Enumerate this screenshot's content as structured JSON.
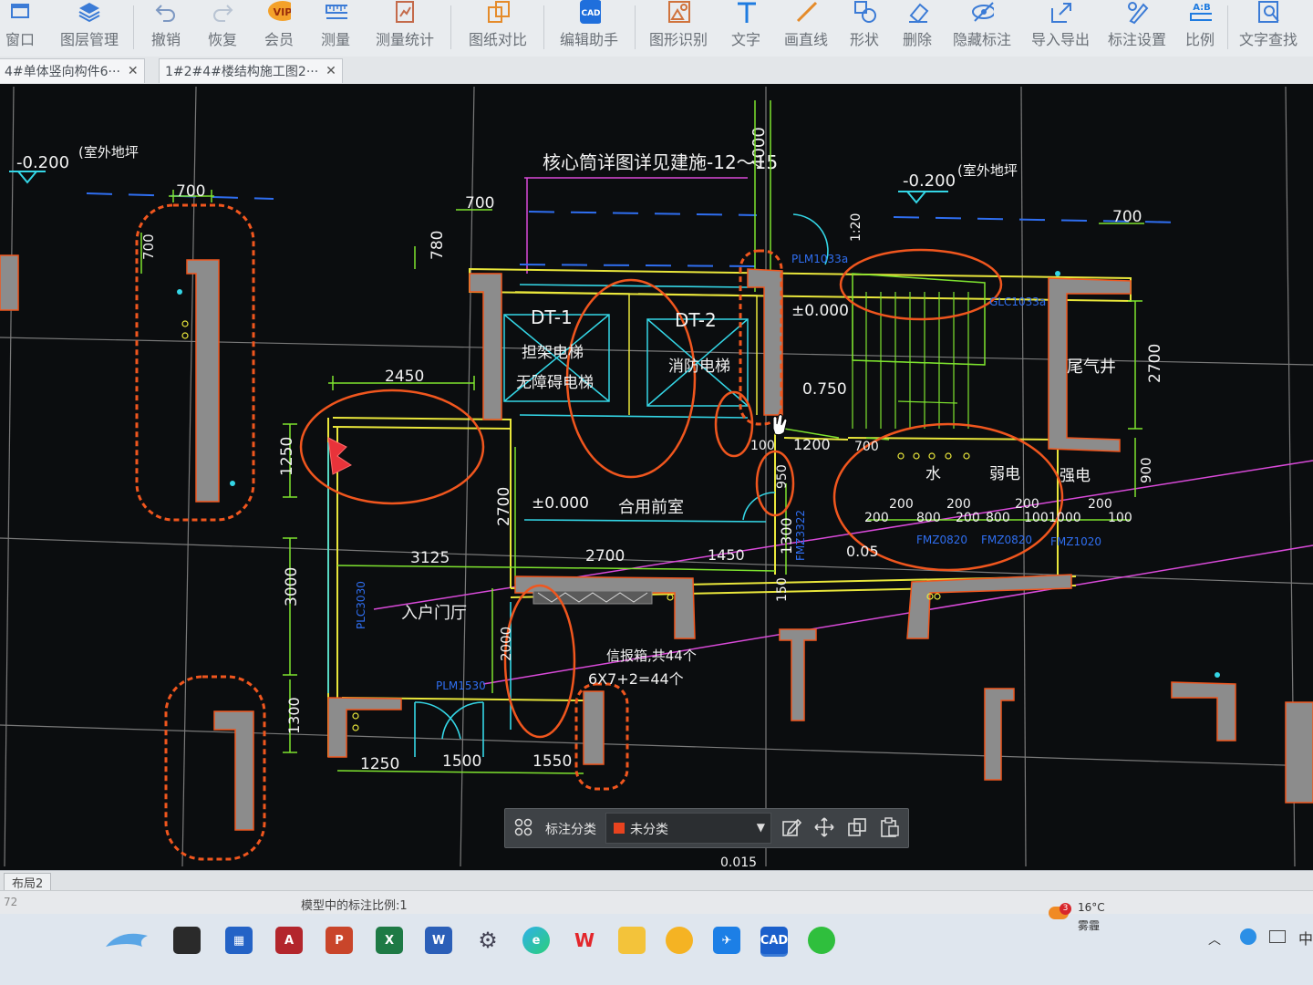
{
  "toolbar": {
    "items": [
      {
        "label": "窗口",
        "icon": "window-icon"
      },
      {
        "label": "图层管理",
        "icon": "layers-icon"
      },
      {
        "label": "撤销",
        "icon": "undo-icon"
      },
      {
        "label": "恢复",
        "icon": "redo-icon"
      },
      {
        "label": "会员",
        "icon": "vip-icon",
        "badge": "VIP"
      },
      {
        "label": "测量",
        "icon": "measure-icon"
      },
      {
        "label": "测量统计",
        "icon": "measure-stats-icon"
      },
      {
        "label": "图纸对比",
        "icon": "compare-icon"
      },
      {
        "label": "编辑助手",
        "icon": "edit-assistant-icon",
        "badge": "CAD"
      },
      {
        "label": "图形识别",
        "icon": "shape-recognize-icon"
      },
      {
        "label": "文字",
        "icon": "text-icon"
      },
      {
        "label": "画直线",
        "icon": "line-icon"
      },
      {
        "label": "形状",
        "icon": "shape-icon"
      },
      {
        "label": "删除",
        "icon": "eraser-icon"
      },
      {
        "label": "隐藏标注",
        "icon": "hide-annotation-icon"
      },
      {
        "label": "导入导出",
        "icon": "import-export-icon"
      },
      {
        "label": "标注设置",
        "icon": "annotation-settings-icon"
      },
      {
        "label": "比例",
        "icon": "scale-icon",
        "badge": "A:B"
      },
      {
        "label": "文字查找",
        "icon": "text-search-icon"
      }
    ]
  },
  "tabs": [
    {
      "label": "4#单体竖向构件6···",
      "close": "✕"
    },
    {
      "label": "1#2#4#楼结构施工图2···",
      "close": "✕"
    }
  ],
  "colors": {
    "cloud": "#f0561e",
    "yellow": "#e9e63b",
    "green": "#7ee32f",
    "cyan": "#34d6e6",
    "white": "#f2f2f2",
    "magenta": "#d94ad9",
    "blue": "#2f6ef0",
    "gray": "#8c8c8c"
  },
  "drawing": {
    "level_left": "-0.200",
    "level_left_note": "(室外地坪",
    "level_right": "-0.200",
    "level_right_note": "(室外地坪",
    "core_note": "核心筒详图详见建施-12～15",
    "dim_4000": "4000",
    "dims": {
      "d700a": "700",
      "d700b": "700",
      "d700c": "700",
      "d780": "780",
      "d700v": "700",
      "d2450": "2450",
      "d1250": "1250",
      "d2700v": "2700",
      "d3125": "3125",
      "d2700": "2700",
      "d1450": "1450",
      "d1300": "1300",
      "d3000": "3000",
      "d2000": "2000",
      "d1300b": "1300",
      "d1250b": "1250",
      "d1500": "1500",
      "d1550": "1550",
      "d1200": "1200",
      "d100": "100",
      "d700s": "700",
      "d950": "950",
      "d150": "150",
      "d2700r": "2700",
      "d900": "900",
      "d120": "1:20",
      "row200a": "200",
      "row200b": "200",
      "row200c": "200",
      "row200d": "200",
      "row200e": "200",
      "row800a": "800",
      "row200f": "200",
      "row800b": "800",
      "row100a": "100",
      "row1000": "1000",
      "row100b": "100"
    },
    "rooms": {
      "dt1": "DT-1",
      "dt1_a": "担架电梯",
      "dt1_b": "无障碍电梯",
      "dt2": "DT-2",
      "dt2_a": "消防电梯",
      "lobby": "合用前室",
      "entry": "入户门厅",
      "shaft": "尾气井",
      "water": "水",
      "weak": "弱电",
      "strong": "强电",
      "mailbox": "信报箱,共44个",
      "mailbox_calc": "6X7+2=44个"
    },
    "levels": {
      "l000a": "±0.000",
      "l000b": "±0.000",
      "l750": "0.750",
      "l05": "0.05",
      "l015": "0.015"
    },
    "doors": {
      "plm1033": "PLM1033a",
      "glc": "GLC1033a",
      "plc": "PLC3030",
      "plm1530": "PLM1530",
      "fm1": "FMZ0820",
      "fm2": "FMZ0820",
      "fm3": "FMZ1020",
      "fm4": "FMZ3322"
    }
  },
  "floating_toolbar": {
    "category_label": "标注分类",
    "selected": "未分类",
    "swatch": "#e8431f",
    "buttons": [
      "grid-icon",
      "edit-icon",
      "move-icon",
      "copy-icon",
      "paste-icon"
    ]
  },
  "layout_tab": "布局2",
  "status": {
    "left": "72",
    "text": "模型中的标注比例:1"
  },
  "weather": {
    "temp": "16°C",
    "cond": "雾霾",
    "badge": "3"
  },
  "taskbar": {
    "apps": [
      "dolphin-browser-icon",
      "task-view-icon",
      "store-icon",
      "access-icon",
      "powerpoint-icon",
      "excel-icon",
      "word-icon",
      "settings-icon",
      "edge-icon",
      "wps-icon",
      "file-explorer-icon",
      "music-icon",
      "dingtalk-icon",
      "cad-icon",
      "wechat-icon"
    ],
    "tray": [
      "chevron-up-icon",
      "security-icon",
      "keyboard-icon",
      "ime-icon"
    ],
    "ime": "中"
  }
}
